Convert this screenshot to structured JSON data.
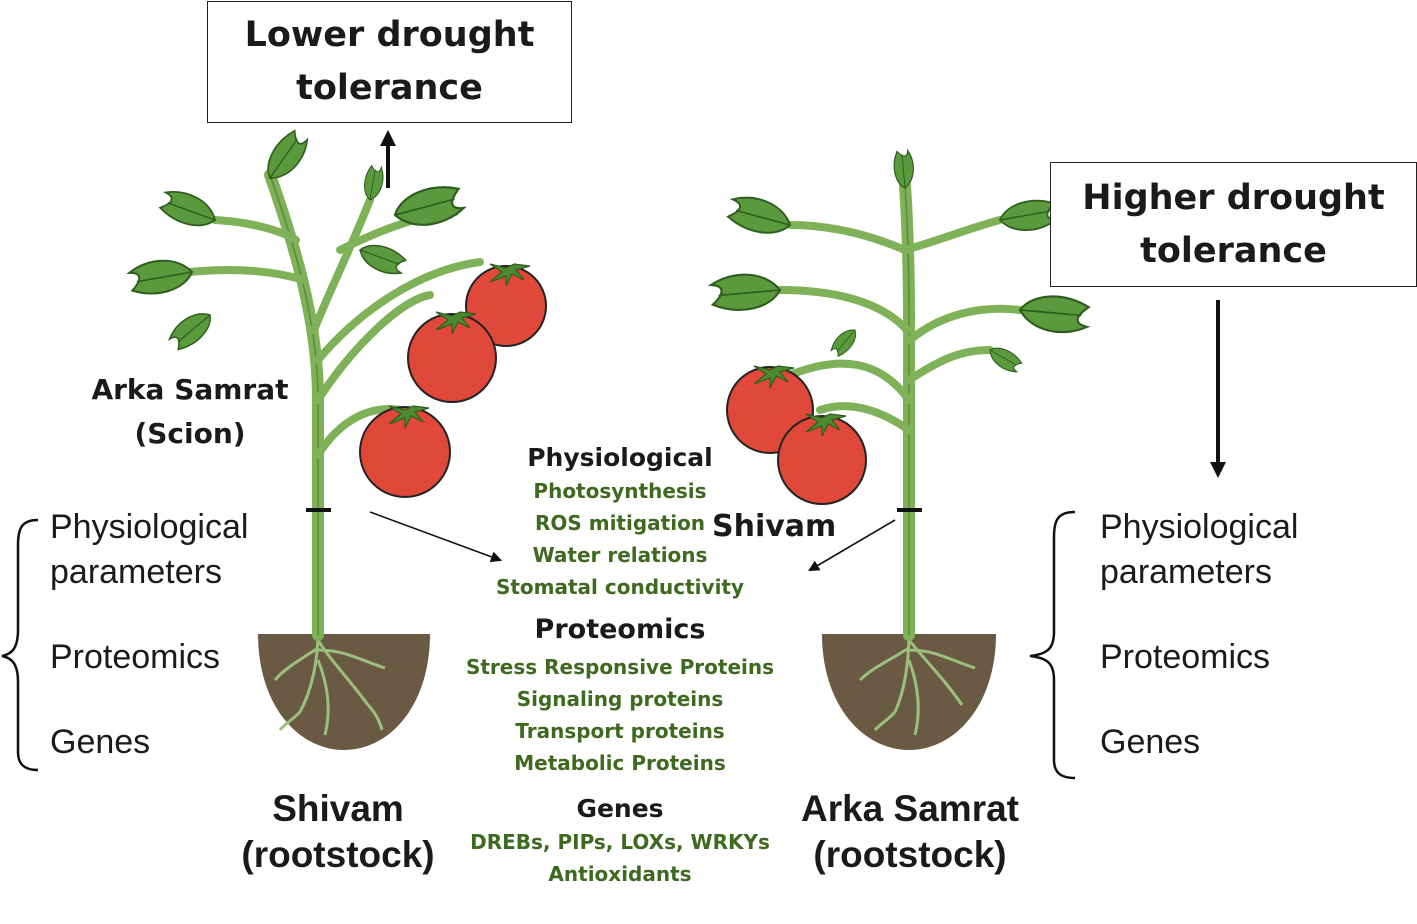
{
  "boxes": {
    "left": "Lower drought\ntolerance",
    "right": "Higher drought\ntolerance"
  },
  "left_plant": {
    "scion_label": "Arka Samrat\n(Scion)",
    "rootstock_label": "Shivam\n(rootstock)"
  },
  "right_plant": {
    "scion_label": "Shivam",
    "rootstock_label": "Arka Samrat\n(rootstock)"
  },
  "side_lists": {
    "left": [
      "Physiological",
      "parameters",
      "Proteomics",
      "Genes"
    ],
    "right": [
      "Physiological",
      "parameters",
      "Proteomics",
      "Genes"
    ]
  },
  "center": {
    "physiological": {
      "heading": "Physiological",
      "items": [
        "Photosynthesis",
        "ROS mitigation",
        "Water relations",
        "Stomatal conductivity"
      ]
    },
    "proteomics": {
      "heading": "Proteomics",
      "items": [
        "Stress Responsive Proteins",
        "Signaling proteins",
        "Transport proteins",
        "Metabolic Proteins"
      ]
    },
    "genes": {
      "heading": "Genes",
      "items": [
        "DREBs, PIPs, LOXs, WRKYs",
        "Antioxidants"
      ]
    }
  },
  "colors": {
    "leaf": "#5a9a3c",
    "leaf_vein": "#2f5e1e",
    "stem": "#7fb258",
    "tomato": "#e0483a",
    "soil": "#6b5a43",
    "root": "#9bc07a",
    "text_green": "#3d6a1f"
  }
}
